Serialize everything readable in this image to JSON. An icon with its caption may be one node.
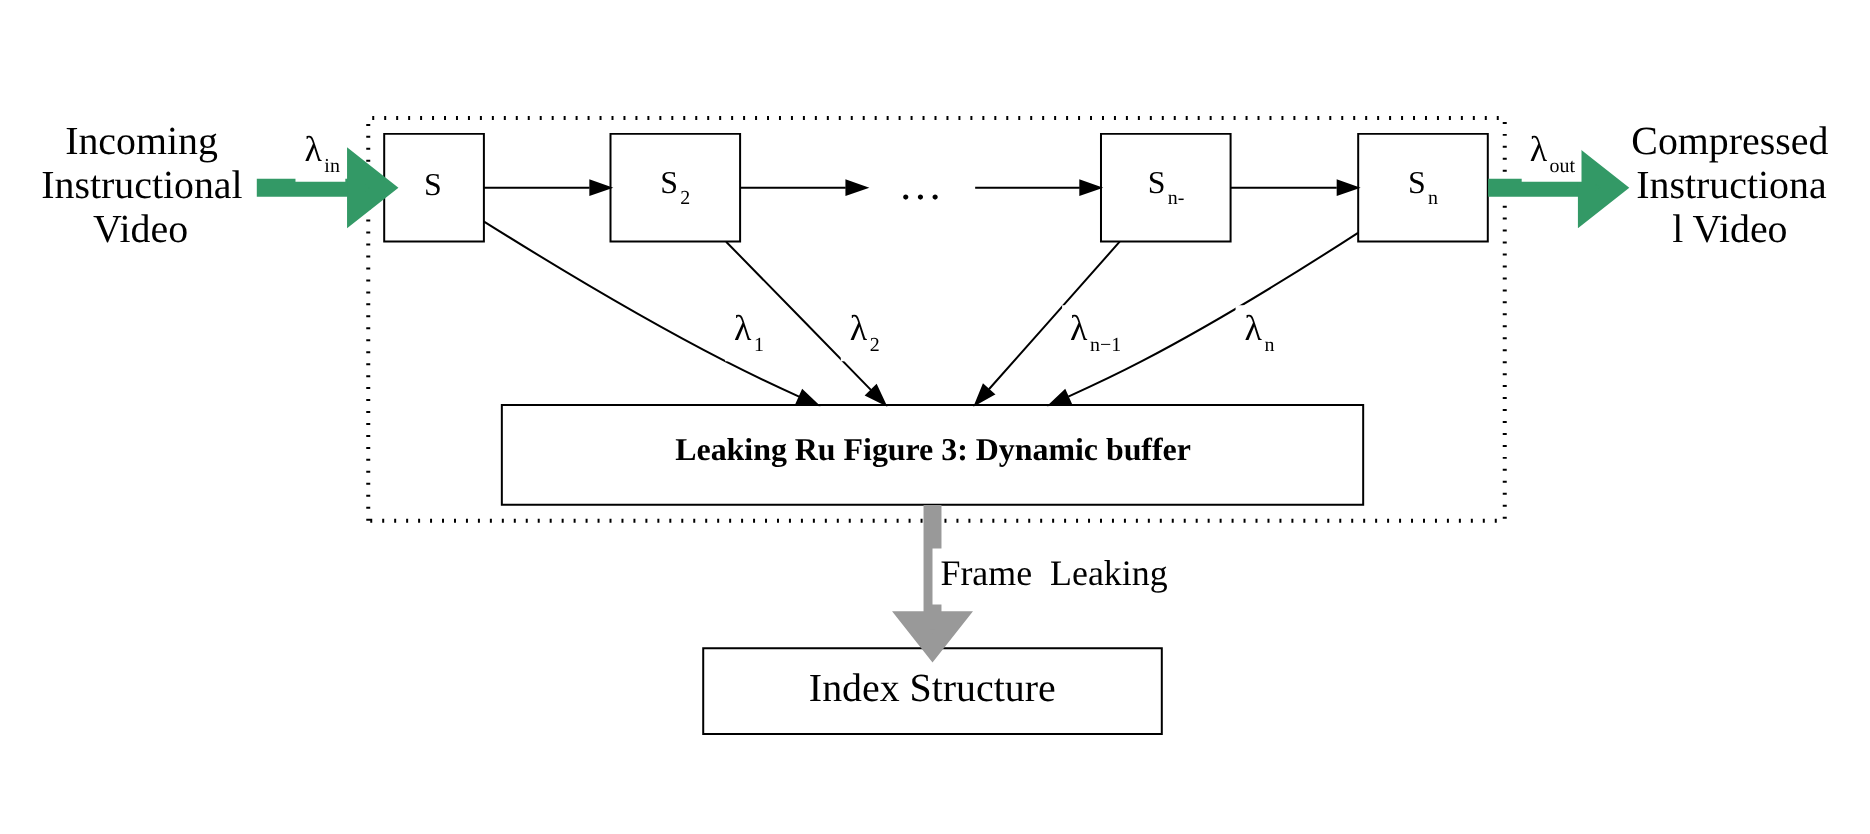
{
  "diagram": {
    "nodes": [
      {
        "text": [],
        "shape": "box"
      },
      {
        "text": [
          "Incoming Instructional Video"
        ]
      },
      {
        "text": [
          "S"
        ],
        "in": 0
      },
      {
        "text": [
          "S$_{2}$"
        ],
        "in": 0
      },
      {
        "text": [
          "…"
        ],
        "in": 0
      },
      {
        "text": [
          "S$_{n-}$"
        ],
        "in": 0
      },
      {
        "text": [
          "S$_{n}$"
        ],
        "in": 0
      },
      {
        "text": [
          "Leaking Ru Figure 3: Dynamic buffer"
        ],
        "in": 0
      },
      {
        "text": [
          "Compressed Instructiona l Video"
        ]
      },
      {
        "text": [
          "Index Structure"
        ]
      }
    ],
    "edges": [
      {
        "from": 1,
        "to": 2,
        "arrow": "to",
        "label": "λ$_{in}$",
        "style": "thick",
        "color": "#339966"
      },
      {
        "from": 2,
        "to": 3,
        "arrow": "to"
      },
      {
        "from": 3,
        "to": 4,
        "arrow": "to"
      },
      {
        "from": 4,
        "to": 5,
        "arrow": "to"
      },
      {
        "from": 5,
        "to": 6,
        "arrow": "to"
      },
      {
        "from": 2,
        "to": 7,
        "arrow": "to",
        "label": "λ$_{1}$"
      },
      {
        "from": 3,
        "to": 7,
        "arrow": "to",
        "label": "λ$_{2}$"
      },
      {
        "from": 5,
        "to": 7,
        "arrow": "to",
        "label": "λ$_{n−1}$"
      },
      {
        "from": 6,
        "to": 7,
        "arrow": "to",
        "label": "λ$_{n}$"
      },
      {
        "from": 6,
        "to": 8,
        "arrow": "to",
        "label": "λ$_{out}$",
        "style": "thick",
        "color": "#339966"
      },
      {
        "from": 7,
        "to": 9,
        "arrow": "to",
        "label": "Frame  Leaking",
        "style": "thick",
        "color": "#999999"
      }
    ]
  }
}
